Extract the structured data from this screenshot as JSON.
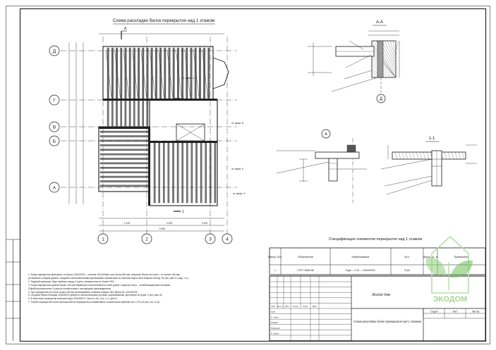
{
  "sheet": {
    "plan_title": "Схема раскладки балок перекрытия над 1 этажом",
    "section_aa_title": "А-А",
    "section_11_title": "1-1",
    "node_a_label": "А",
    "section_d_label": "Д",
    "cut_marks": [
      "А",
      "1",
      "1"
    ],
    "spec_title": "Спецификация элементов перекрытия над 1 этажом",
    "spec_headers": [
      "Марка, Поз.",
      "Обозначение",
      "Наименование",
      "Кол.",
      "Масса ед., кг",
      "Примечание"
    ],
    "spec_rows": [
      [
        "1",
        "ГОСТ 8486-86",
        "Брус – 2 сб. – 100х200ГК",
        "27(2)",
        "-",
        ""
      ]
    ],
    "stamp_labels": [
      "Изм.",
      "Кол.уч.",
      "Лист",
      "№ док.",
      "Подп.",
      "Дата",
      "ГИП",
      "Н. контр.",
      "Разраб.",
      "Проверил",
      "Н. контр."
    ],
    "stamp_building": "Жилой дом",
    "stamp_sheet_title": "Схема раскладки балок перекрытия над 1 этажом",
    "stamp_cols": [
      "Стадия",
      "Лист",
      "Листов"
    ],
    "logo_text": "ЭКОДОМ"
  },
  "plan": {
    "axes_rows": [
      "Д",
      "Г",
      "В",
      "Б",
      "А"
    ],
    "axes_cols": [
      "1",
      "2",
      "3",
      "4"
    ],
    "beam_labels": [
      "от прим. 4",
      "от прим. 6",
      "от прим. 6",
      "от прим. 4"
    ],
    "dims_bottom": [
      "2 100",
      "3 200",
      "3 200",
      "9 400"
    ]
  },
  "notes": [
    "1. Балки перекрытия выполнить из бруса 100х200ГК – сечение 100х200мм, шаг балок 600 мм; опирание балок на стены – не менее 150 мм,",
    "   установить в общем уровне, соединять металлическими крепежными элементами по сечению бруса типа Simpson Strong-Tie (см. узел А, разр. 1-1).",
    "2. Рядовой материал: брус хвойных пород 2 сорта с влажностью не более 20%.",
    "3. Балки перекрытия длиной более 150 мм обработать антисептиком по всей длине, опорные части – огнебиозащитным составом.",
    "   Обработку выполнить 2 раза (в соответствии с инструкцией производителя).",
    "4. При перекрытии на стены через 150 мм устанавливать стяжные анкеры. Все балки см. 100х200ГК.",
    "5. Опорные балки блоками 100х200ГК крепить к металлическим уголкам, оцинкованным, крепления по прим. 3 (см. узел А).",
    "6. В балочное перекрытие включить брус 100х200ГК. Узел по сеч. А-А; 1-1, узел Б.",
    "7. Ригели перекрытия после монтажа балок перекрытия устанавливать стыковочные крепежи согл. СП А-А (см. сеч. А-А)."
  ]
}
